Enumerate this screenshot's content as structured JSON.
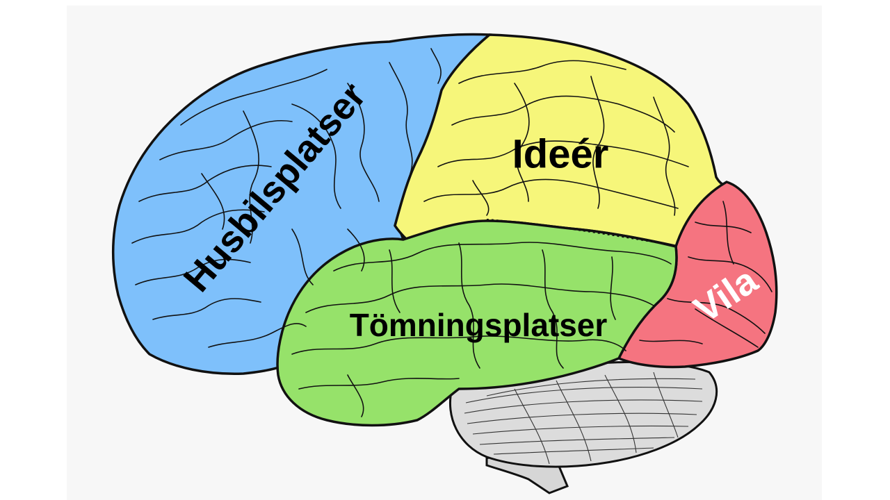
{
  "slide": {
    "background": "#ffffff",
    "panel_background": "#f7f7f7"
  },
  "brain": {
    "outline_color": "#111111",
    "regions": [
      {
        "id": "frontal",
        "label": "Husbilsplatser",
        "color": "#7ec0fb",
        "label_color": "#000000"
      },
      {
        "id": "parietal",
        "label": "Ideér",
        "color": "#f6f67a",
        "label_color": "#000000"
      },
      {
        "id": "temporal",
        "label": "Tömningsplatser",
        "color": "#96e26a",
        "label_color": "#000000"
      },
      {
        "id": "occipital",
        "label": "Vila",
        "color": "#f57480",
        "label_color": "#ffffff"
      }
    ],
    "cerebellum_color": "#dcdcdc",
    "brainstem_color": "#d6d6d6"
  }
}
